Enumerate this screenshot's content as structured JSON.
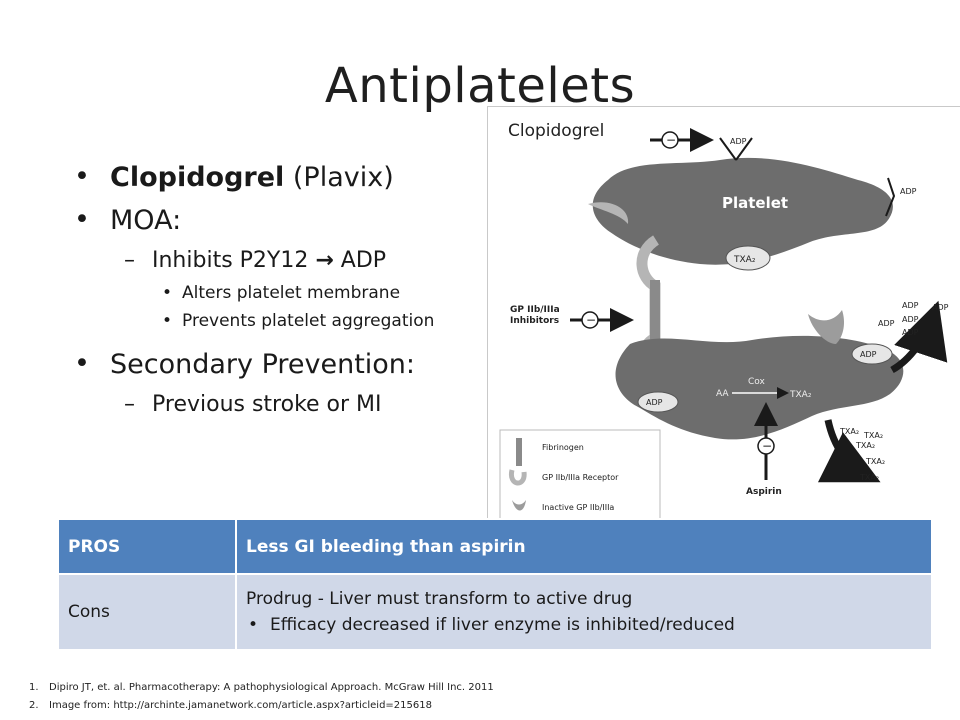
{
  "slide": {
    "title": "Antiplatelets"
  },
  "bullets": {
    "drug_name": "Clopidogrel",
    "drug_brand": " (Plavix)",
    "moa_label": "MOA:",
    "moa_sub": "Inhibits P2Y12 ",
    "moa_arrow": "→",
    "moa_target": " ADP",
    "moa_details": [
      "Alters platelet membrane",
      "Prevents platelet aggregation"
    ],
    "secondary_label": "Secondary Prevention:",
    "secondary_sub": "Previous stroke or MI"
  },
  "figure": {
    "caption": "Clopidogrel",
    "labels": {
      "platelet": "Platelet",
      "adp": "ADP",
      "txa2": "TXA₂",
      "gp_inhibitors_1": "GP IIb/IIIa",
      "gp_inhibitors_2": "Inhibitors",
      "aa": "AA",
      "cox": "Cox",
      "aspirin": "Aspirin",
      "minus": "−"
    },
    "legend": {
      "fibrinogen": "Fibrinogen",
      "receptor": "GP IIb/IIIa Receptor",
      "inactive": "Inactive GP IIb/IIIa"
    },
    "colors": {
      "platelet_fill": "#6d6d6d",
      "receptor_fill": "#b5b5b5",
      "arrow": "#1a1a1a"
    }
  },
  "table": {
    "header": [
      "PROS",
      "Less GI bleeding than aspirin"
    ],
    "row_label": "Cons",
    "row_main": "Prodrug - Liver must transform to active drug",
    "row_sub": "Efficacy decreased if liver enzyme is inhibited/reduced",
    "colors": {
      "header_bg": "#4f81bd",
      "row_bg": "#d0d8e8"
    }
  },
  "references": [
    {
      "num": "1.",
      "text": "Dipiro JT, et. al. Pharmacotherapy: A pathophysiological Approach. McGraw Hill Inc. 2011"
    },
    {
      "num": "2.",
      "text": "Image from: http://archinte.jamanetwork.com/article.aspx?articleid=215618"
    }
  ]
}
